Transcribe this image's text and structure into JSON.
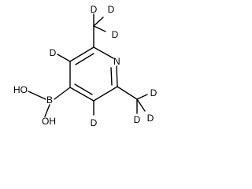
{
  "molecule": {
    "atoms": {
      "n": "N",
      "d_ring_upper": "D",
      "d_ring_lower": "D",
      "boron": "B",
      "oh_upper": "HO",
      "oh_lower": "OH",
      "cd3_upper_d_top": "D",
      "cd3_upper_d_right1": "D",
      "cd3_upper_d_right2": "D",
      "cd3_lower_d_right": "D",
      "cd3_lower_d_bottom1": "D",
      "cd3_lower_d_bottom2": "D"
    }
  }
}
